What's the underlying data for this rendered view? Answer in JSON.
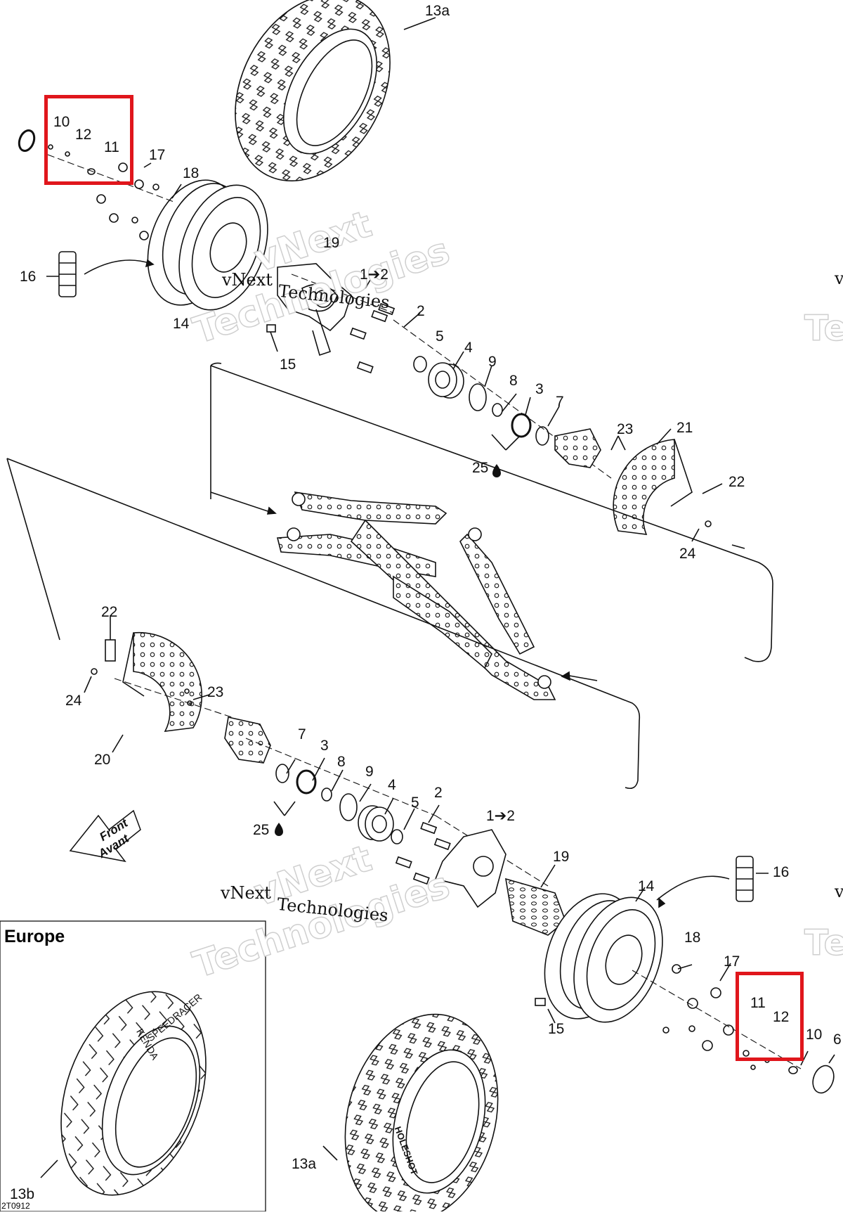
{
  "callouts": {
    "c13a_top": "13a",
    "c10_top": "10",
    "c12_top": "12",
    "c11_top": "11",
    "c17_top": "17",
    "c18_top": "18",
    "c16_top": "16",
    "c19_top": "19",
    "c1to2_top": "1➔2",
    "c2_top": "2",
    "c14_top": "14",
    "c15_top": "15",
    "c5_top": "5",
    "c4_top": "4",
    "c9_top": "9",
    "c8_top": "8",
    "c3_top": "3",
    "c7_top": "7",
    "c25_top": "25",
    "c23_top": "23",
    "c21": "21",
    "c22_right": "22",
    "c24_right": "24",
    "c22_left": "22",
    "c24_left": "24",
    "c23_left": "23",
    "c20": "20",
    "c7_bot": "7",
    "c3_bot": "3",
    "c8_bot": "8",
    "c9_bot": "9",
    "c4_bot": "4",
    "c5_bot": "5",
    "c2_bot": "2",
    "c25_bot": "25",
    "c1to2_bot": "1➔2",
    "c19_bot": "19",
    "c14_bot": "14",
    "c16_bot": "16",
    "c18_bot": "18",
    "c17_bot": "17",
    "c11_bot": "11",
    "c12_bot": "12",
    "c10_bot": "10",
    "c6_bot": "6",
    "c15_bot": "15",
    "c13a_bot": "13a",
    "c13b": "13b"
  },
  "front_arrow": {
    "line1": "Front",
    "line2": "Avant"
  },
  "europe_box": {
    "title": "Europe"
  },
  "tire_brand": {
    "line1": "KENDA",
    "line2": "SPEEDRACER"
  },
  "tire_knobby_brand": "HOLESHOT",
  "watermark": {
    "line1": "vNext",
    "line2": "Technologies"
  },
  "edge_watermark_v": "v",
  "edge_watermark_te": "Te",
  "diagram_code": "2T0912",
  "colors": {
    "highlight": "#e0161c",
    "ink": "#111111"
  }
}
